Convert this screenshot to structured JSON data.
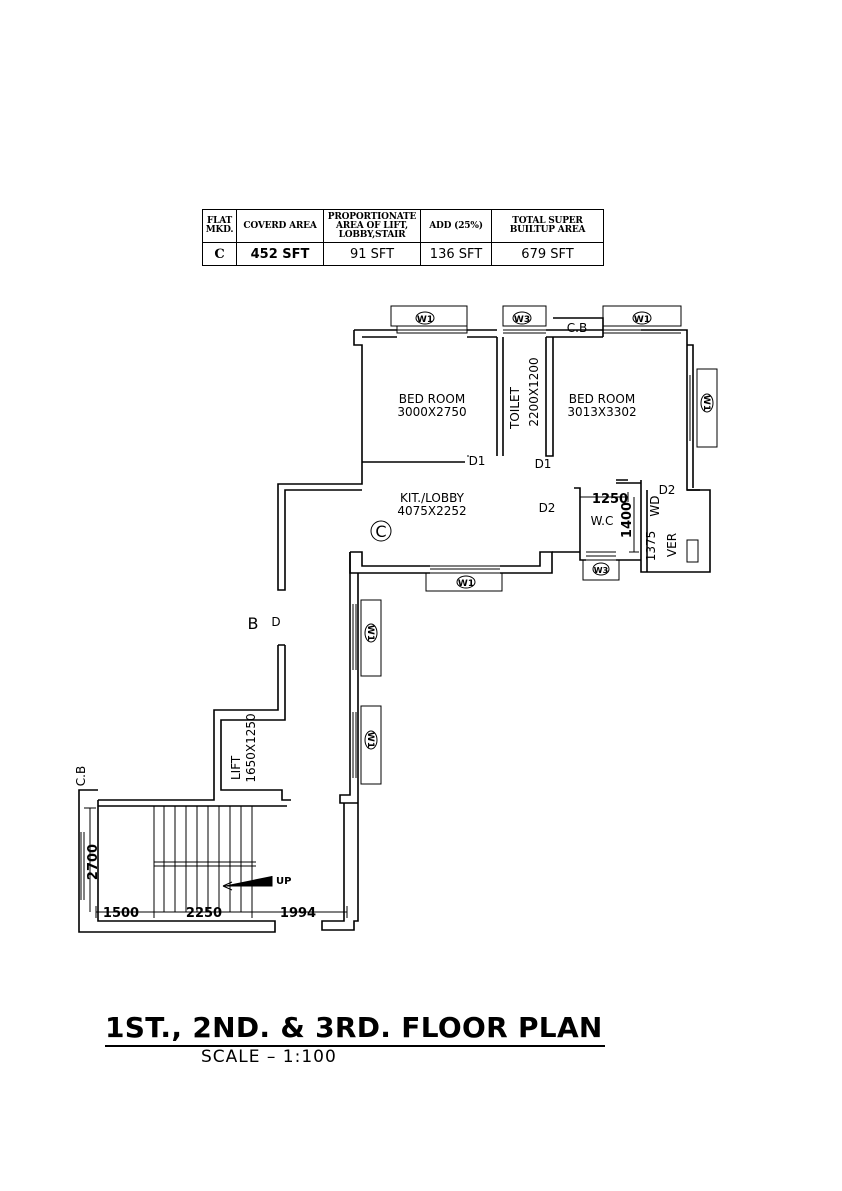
{
  "area_table": {
    "headers": [
      "FLAT MKD.",
      "COVERD AREA",
      "PROPORTIONATE AREA OF LIFT, LOBBY,STAIR",
      "ADD (25%)",
      "TOTAL SUPER BUILTUP AREA"
    ],
    "row": [
      "C",
      "452 SFT",
      "91  SFT",
      "136  SFT",
      "679  SFT"
    ]
  },
  "rooms": {
    "bed_room_1": {
      "name": "BED ROOM",
      "size": "3000X2750"
    },
    "bed_room_2": {
      "name": "BED ROOM",
      "size": "3013X3302"
    },
    "toilet": {
      "name": "TOILET",
      "size": "2200X1200"
    },
    "kitchen_lobby": {
      "name": "KIT./LOBBY",
      "size": "4075X2252"
    },
    "wc": "W.C",
    "wd": "WD",
    "ver": "VER",
    "lift": {
      "name": "LIFT",
      "size": "1650X1250"
    }
  },
  "labels": {
    "cb_top": "C.B",
    "cb_left": "C.B",
    "d1_a": "D1",
    "d1_b": "D1",
    "d2_a": "D2",
    "d2_b": "D2",
    "door_d": "D",
    "block_b": "B",
    "flat_c": "C",
    "up": "UP"
  },
  "windows": [
    "W1",
    "W3",
    "W1",
    "W1",
    "W1",
    "W3",
    "W1",
    "W1"
  ],
  "dimensions": {
    "wc_w": "1250",
    "wc_h": "1400",
    "ver_w": "1375",
    "stair_h": "2700",
    "stair_1": "1500",
    "stair_2": "2250",
    "stair_3": "1994"
  },
  "title": "1ST., 2ND. & 3RD.  FLOOR PLAN",
  "scale": "SCALE  –  1:100"
}
